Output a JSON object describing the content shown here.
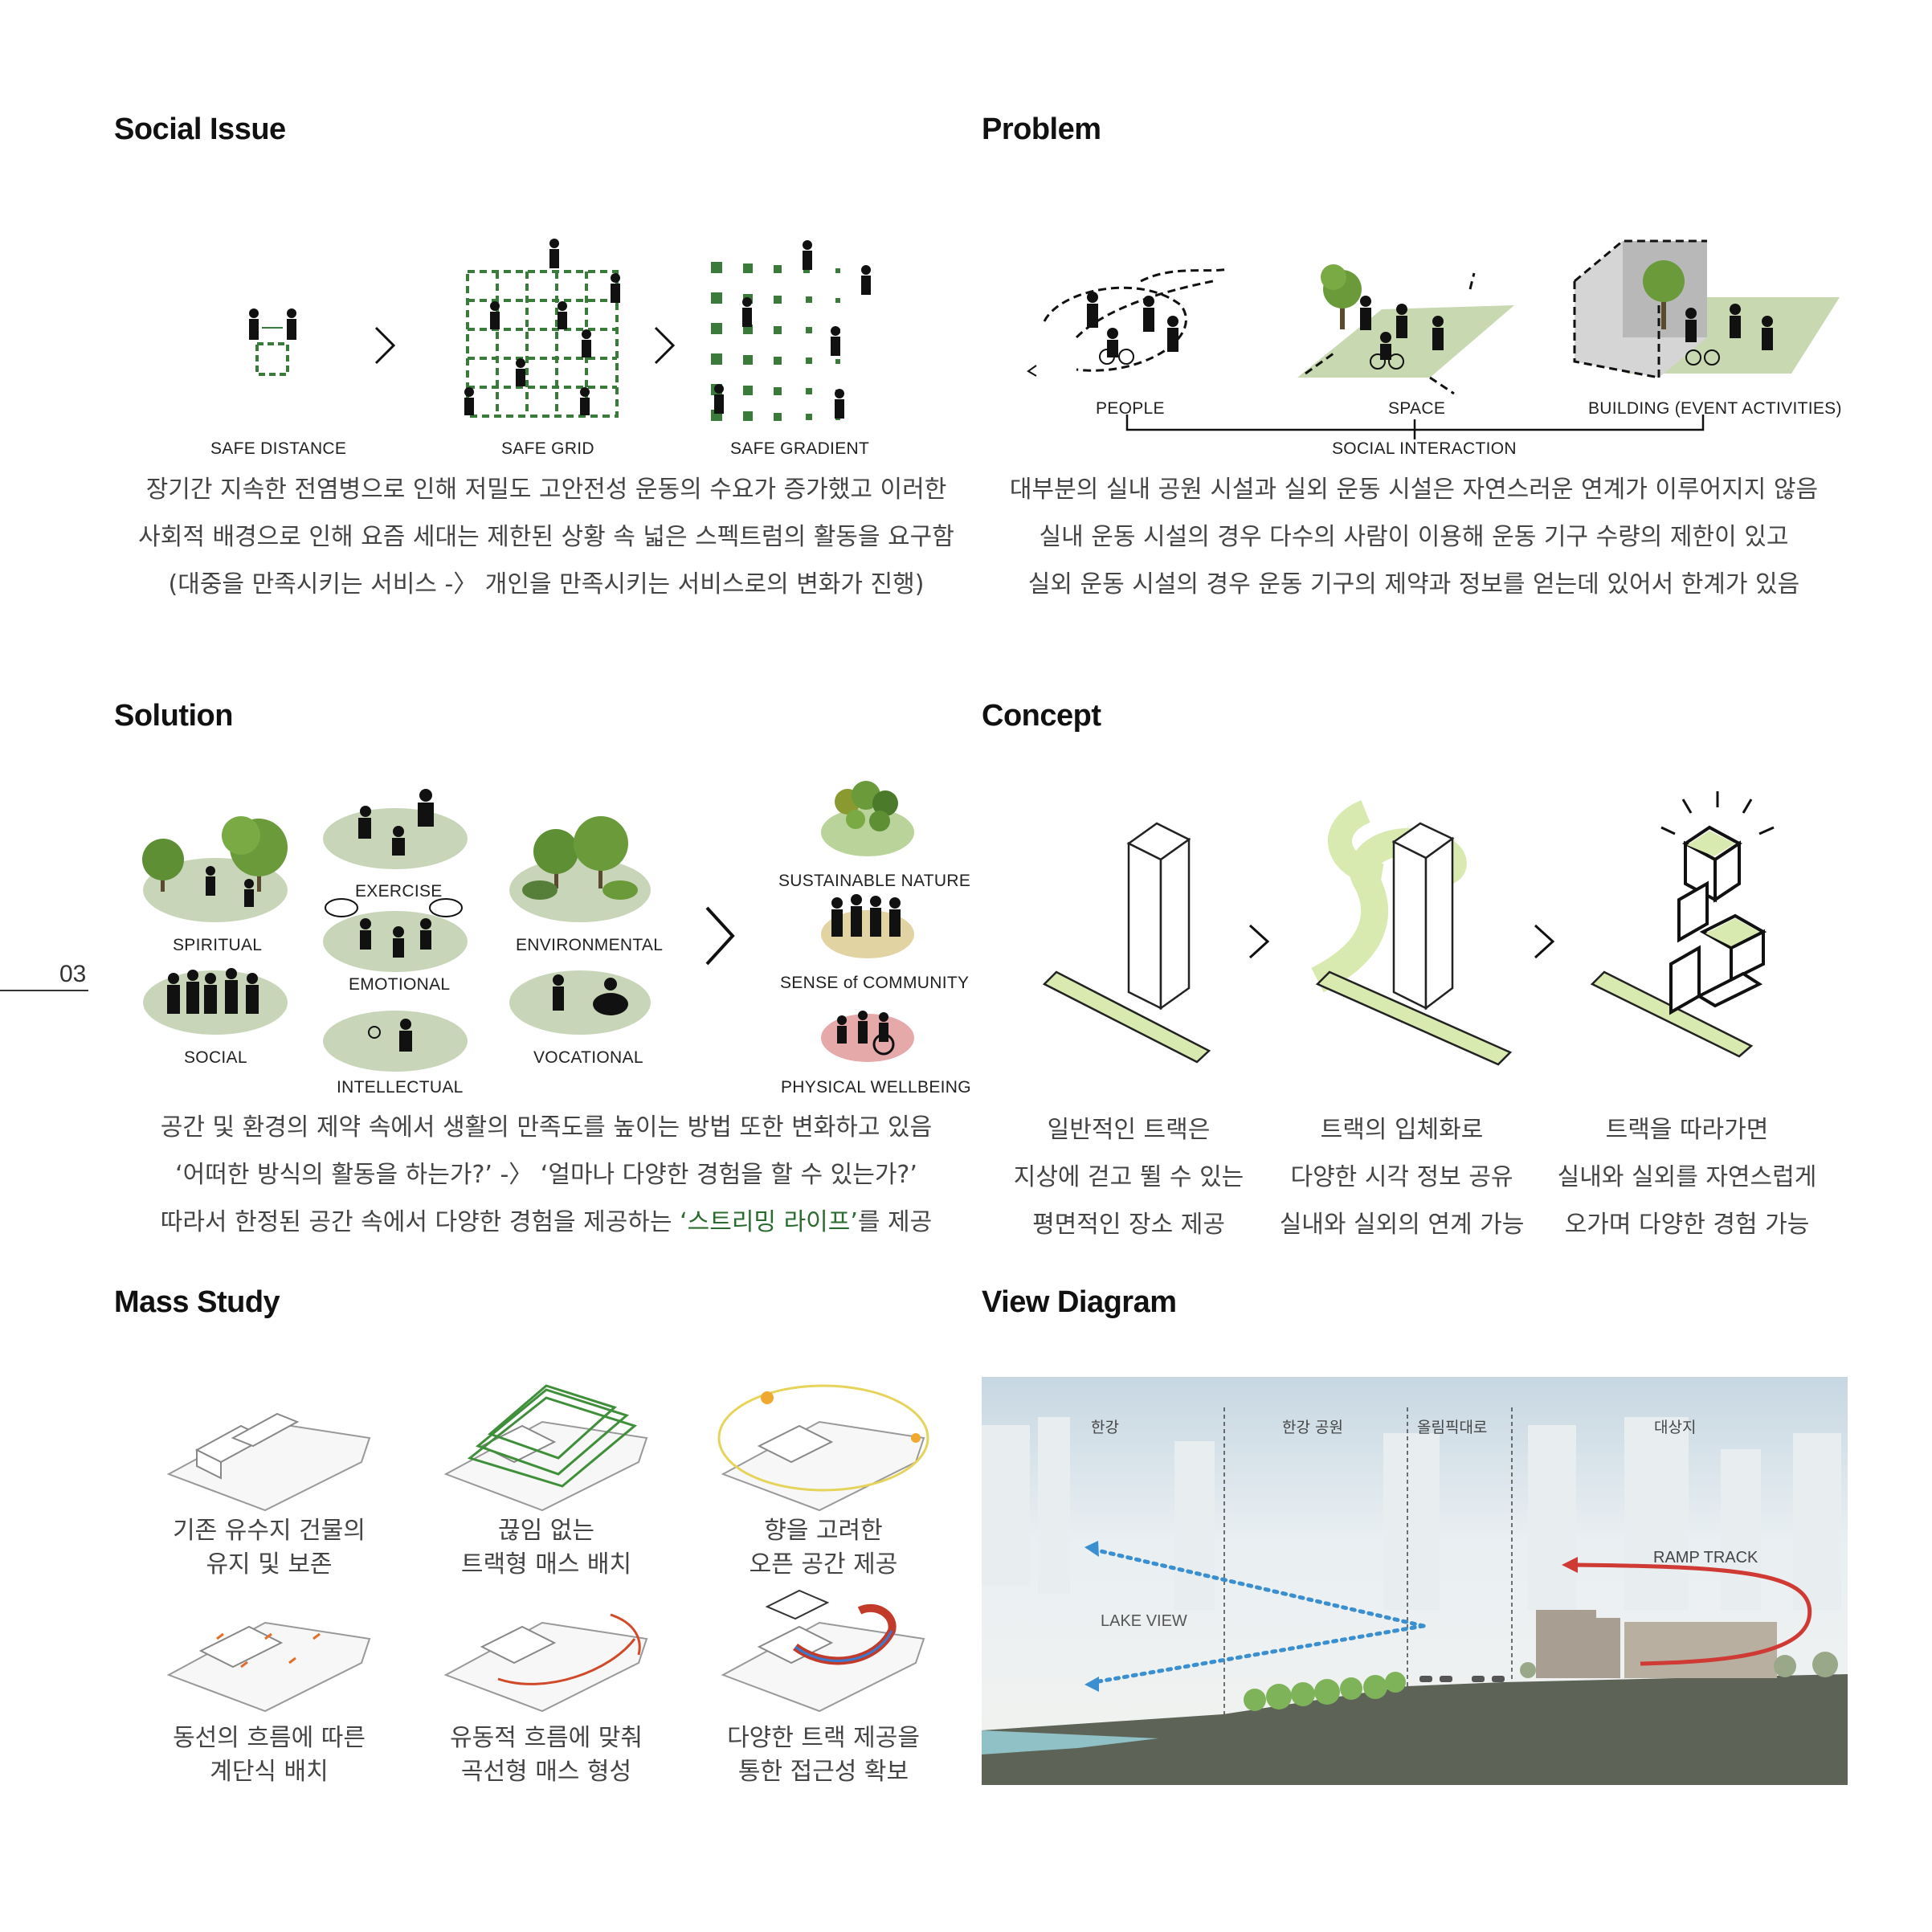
{
  "page_number": "03",
  "social_issue": {
    "title": "Social Issue",
    "labels": [
      "SAFE DISTANCE",
      "SAFE GRID",
      "SAFE GRADIENT"
    ],
    "text": [
      "장기간 지속한 전염병으로 인해 저밀도 고안전성 운동의 수요가 증가했고 이러한",
      "사회적 배경으로 인해 요즘 세대는 제한된 상황 속 넓은 스펙트럼의 활동을 요구함",
      "(대중을 만족시키는 서비스 -〉 개인을 만족시키는 서비스로의 변화가 진행)"
    ]
  },
  "problem": {
    "title": "Problem",
    "labels": [
      "PEOPLE",
      "SPACE",
      "BUILDING (EVENT ACTIVITIES)"
    ],
    "bracket_label": "SOCIAL INTERACTION",
    "text": [
      "대부분의 실내 공원 시설과 실외 운동 시설은 자연스러운 연계가 이루어지지 않음",
      "실내 운동 시설의 경우 다수의 사람이 이용해 운동 기구 수량의 제한이 있고",
      "실외 운동 시설의 경우 운동 기구의 제약과 정보를 얻는데 있어서 한계가 있음"
    ]
  },
  "solution": {
    "title": "Solution",
    "labels": {
      "spiritual": "SPIRITUAL",
      "exercise": "EXERCISE",
      "emotional": "EMOTIONAL",
      "environmental": "ENVIRONMENTAL",
      "social": "SOCIAL",
      "intellectual": "INTELLECTUAL",
      "vocational": "VOCATIONAL",
      "sustainable": "SUSTAINABLE NATURE",
      "community": "SENSE of COMMUNITY",
      "physical": "PHYSICAL WELLBEING"
    },
    "text": {
      "line1": "공간 및 환경의 제약 속에서 생활의 만족도를 높이는 방법 또한 변화하고 있음",
      "line2": "‘어떠한 방식의 활동을 하는가?’   -〉  ‘얼마나 다양한 경험을 할 수 있는가?’",
      "line3_pre": "따라서 한정된 공간 속에서 다양한 경험을 제공하는  ",
      "line3_hl": "‘스트리밍 라이프’",
      "line3_post": "를 제공"
    },
    "colors": {
      "green": "#b9d39b",
      "tan": "#e2d3a3",
      "pink": "#e6a9a9",
      "gray": "#c8d5b9"
    }
  },
  "concept": {
    "title": "Concept",
    "captions": [
      [
        "일반적인 트랙은",
        "지상에 걷고 뛸 수 있는",
        "평면적인 장소 제공"
      ],
      [
        "트랙의 입체화로",
        "다양한 시각 정보 공유",
        "실내와 실외의 연계 가능"
      ],
      [
        "트랙을 따라가면",
        "실내와 실외를 자연스럽게",
        "오가며 다양한 경험 가능"
      ]
    ],
    "track_color": "#d9eab0"
  },
  "mass_study": {
    "title": "Mass Study",
    "captions": [
      [
        "기존 유수지 건물의",
        "유지 및 보존"
      ],
      [
        "끊임 없는",
        "트랙형 매스 배치"
      ],
      [
        "향을 고려한",
        "오픈 공간 제공"
      ],
      [
        "동선의 흐름에 따른",
        "계단식 배치"
      ],
      [
        "유동적 흐름에 맞춰",
        "곡선형 매스 형성"
      ],
      [
        "다양한 트랙 제공을",
        "통한 접근성 확보"
      ]
    ]
  },
  "view_diagram": {
    "title": "View Diagram",
    "zones": [
      "한강",
      "한강 공원",
      "올림픽대로",
      "대상지"
    ],
    "lake_view": "LAKE VIEW",
    "ramp_track": "RAMP TRACK",
    "colors": {
      "arrow_blue": "#3a8fd0",
      "ramp_red": "#d03a34"
    }
  }
}
